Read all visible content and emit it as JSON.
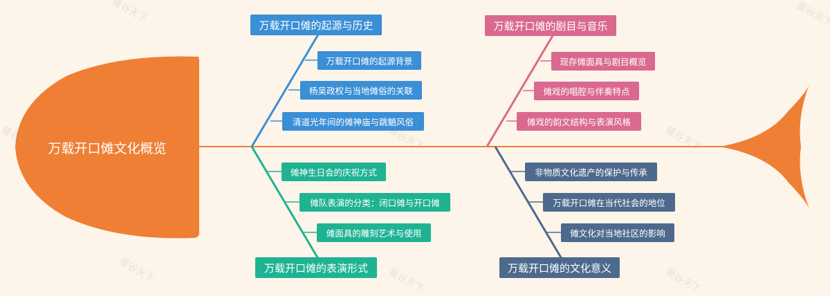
{
  "colors": {
    "background": "#fdf4ea",
    "fish_body": "#ef7f34",
    "spine": "#ef7f34",
    "branch_origin": "#3a8fd6",
    "branch_drama": "#d9698f",
    "branch_performance": "#1fb393",
    "branch_meaning": "#4d6a8d"
  },
  "head": {
    "title": "万载开口傩文化概览"
  },
  "branches": [
    {
      "title": "万载开口傩的起源与历史",
      "items": [
        "万载开口傩的起源背景",
        "杨吴政权与当地傩俗的关联",
        "清道光年间的傩神庙与跳魈风俗"
      ]
    },
    {
      "title": "万载开口傩的剧目与音乐",
      "items": [
        "现存傩面具与剧目概览",
        "傩戏的唱腔与伴奏特点",
        "傩戏的韵文结构与表演风格"
      ]
    },
    {
      "title": "万载开口傩的表演形式",
      "items": [
        "傩神生日会的庆祝方式",
        "傩队表演的分类：闭口傩与开口傩",
        "傩面具的雕刻艺术与使用"
      ]
    },
    {
      "title": "万载开口傩的文化意义",
      "items": [
        "非物质文化遗产的保护与传承",
        "万载开口傩在当代社会的地位",
        "傩文化对当地社区的影响"
      ]
    }
  ],
  "watermark": "曼谷天下"
}
